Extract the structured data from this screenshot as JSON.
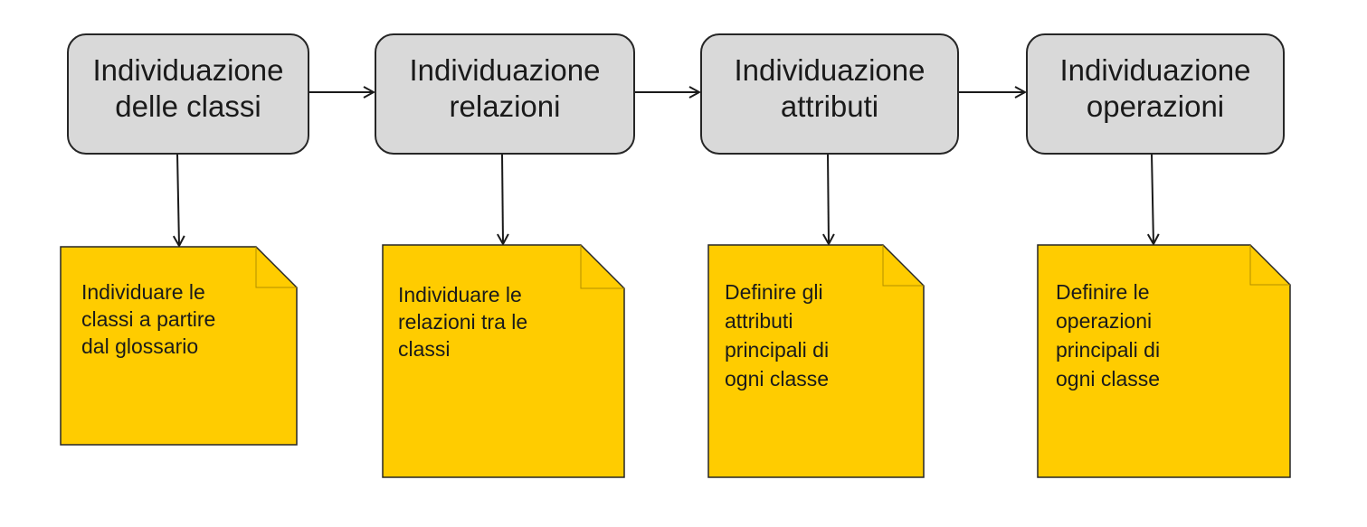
{
  "colors": {
    "step_fill": "#d9d9d9",
    "step_stroke": "#262626",
    "note_fill": "#ffcc00",
    "note_stroke": "#262626",
    "arrow": "#1a1a1a"
  },
  "steps": [
    {
      "line1": "Individuazione",
      "line2": "delle classi"
    },
    {
      "line1": "Individuazione",
      "line2": "relazioni"
    },
    {
      "line1": "Individuazione",
      "line2": "attributi"
    },
    {
      "line1": "Individuazione",
      "line2": "operazioni"
    }
  ],
  "notes": [
    {
      "lines": [
        "Individuare le",
        "classi a partire",
        "dal glossario"
      ]
    },
    {
      "lines": [
        "Individuare le",
        "relazioni tra le",
        "classi"
      ]
    },
    {
      "lines": [
        "Definire gli",
        "attributi",
        "principali di",
        "ogni classe"
      ]
    },
    {
      "lines": [
        "Definire le",
        "operazioni",
        "principali di",
        "ogni classe"
      ]
    }
  ]
}
